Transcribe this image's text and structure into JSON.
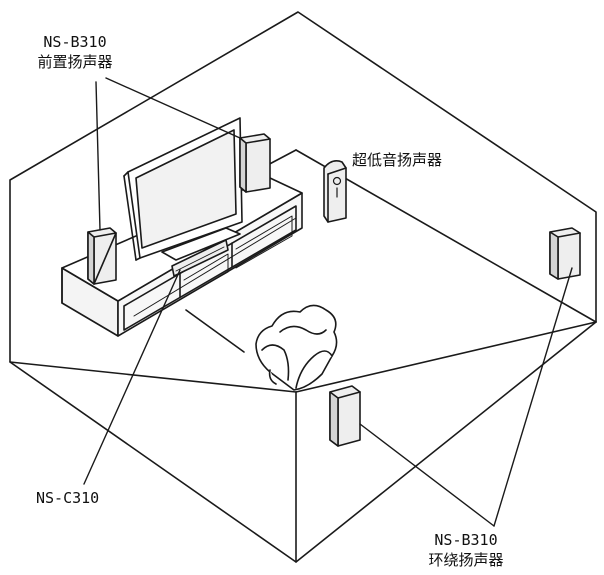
{
  "labels": {
    "front_speakers": {
      "model": "NS-B310",
      "name": "前置扬声器"
    },
    "subwoofer": {
      "name": "超低音扬声器"
    },
    "center_speaker": {
      "model": "NS-C310"
    },
    "surround_speakers": {
      "model": "NS-B310",
      "name": "环绕扬声器"
    }
  },
  "colors": {
    "line": "#1a1a1a",
    "speaker_face": "#eeeeee",
    "speaker_side": "#d4d4d4",
    "screen": "#f2f2f2",
    "background": "#ffffff"
  }
}
